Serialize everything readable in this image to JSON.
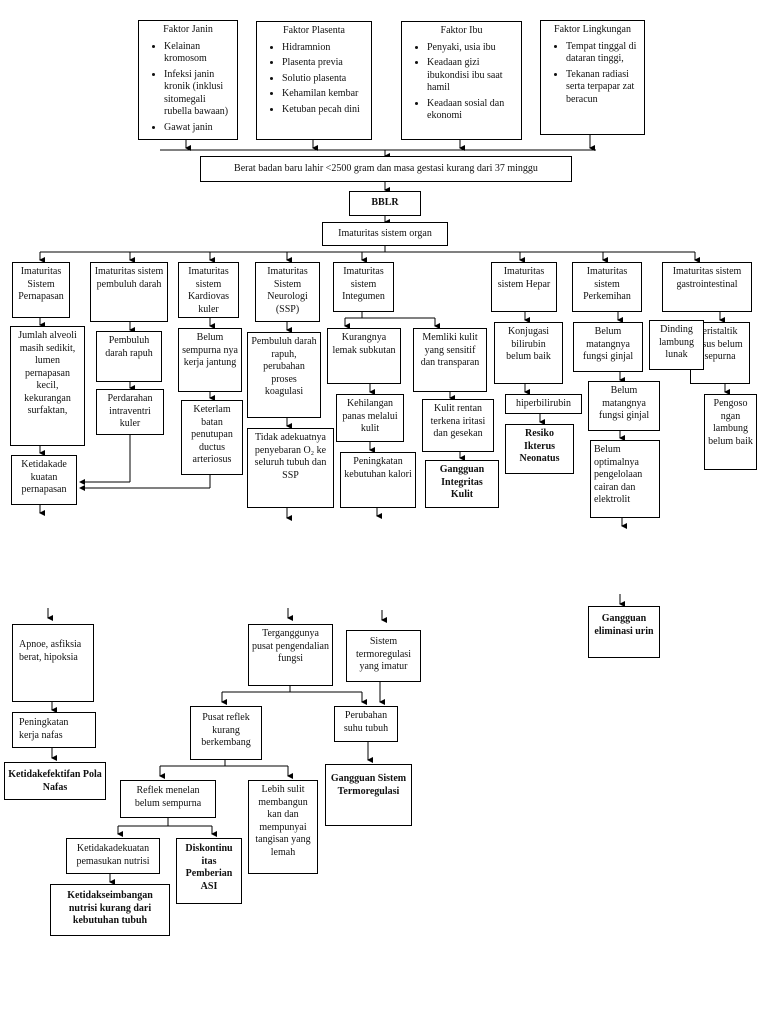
{
  "factors": [
    {
      "title": "Faktor Janin",
      "items": [
        "Kelainan kromosom",
        "Infeksi janin kronik (inklusi sitomegali rubella bawaan)",
        "Gawat janin"
      ]
    },
    {
      "title": "Faktor Plasenta",
      "items": [
        "Hidramnion",
        "Plasenta previa",
        "Solutio plasenta",
        "Kehamilan kembar",
        "Ketuban pecah dini"
      ]
    },
    {
      "title": "Faktor Ibu",
      "items": [
        "Penyaki, usia ibu",
        "Keadaan gizi ibukondisi ibu saat hamil",
        "Keadaan sosial dan ekonomi"
      ]
    },
    {
      "title": "Faktor Lingkungan",
      "items": [
        "Tempat tinggal di dataran tinggi,",
        "Tekanan radiasi serta terpapar zat beracun"
      ]
    }
  ],
  "main": {
    "berat": "Berat badan baru lahir <2500 gram dan masa gestasi kurang dari 37 minggu",
    "bblr": "BBLR",
    "imaturitas": "Imaturitas sistem organ"
  },
  "systems": {
    "pernapasan": "Imaturitas Sistem Pernapasan",
    "pembuluh": "Imaturitas sistem pembuluh darah",
    "kardiovaskuler": "Imaturitas sistem Kardiovas kuler",
    "neurologi": "Imaturitas Sistem Neurologi (SSP)",
    "integumen": "Imaturitas sistem Integumen",
    "hepar": "Imaturitas sistem Hepar",
    "perkemihan": "Imaturitas sistem Perkemihan",
    "gastro": "Imaturitas sistem gastrointestinal"
  },
  "nodes": {
    "jumlah_alveoli": "Jumlah alveoli masih sedikit, lumen pernapasan kecil, kekurangan surfaktan,",
    "ketidakadekuatan_pernapasan": "Ketidakade kuatan pernapasan",
    "pembuluh_rapuh": "Pembuluh darah rapuh",
    "perdarahan": "Perdarahan intraventri kuler",
    "belum_sempurna_jantung": "Belum sempurna nya kerja jantung",
    "keterlambatan": "Keterlam batan penutupan ductus arteriosus",
    "pembuluh_rapuh_ssp": "Pembuluh darah rapuh, perubahan proses koagulasi",
    "tidak_adekuat": "Tidak adekuatnya penyebaran O₂ ke seluruh tubuh dan SSP",
    "kurangnya_lemak": "Kurangnya lemak subkutan",
    "kehilangan_panas": "Kehilangan panas melalui kulit",
    "peningkatan_kalori": "Peningkatan kebutuhan kalori",
    "memiliki_kulit": "Memliki kulit yang sensitif dan transparan",
    "kulit_rentan": "Kulit rentan terkena iritasi dan gesekan",
    "gangguan_kulit": "Gangguan Integritas Kulit",
    "konjugasi": "Konjugasi bilirubin belum baik",
    "hiperbilirubin": "hiperbilirubin",
    "resiko_ikterus": "Resiko Ikterus Neonatus",
    "belum_matang_1": "Belum matangnya fungsi ginjal",
    "belum_matang_2": "Belum matangnya fungsi ginjal",
    "belum_optimal": "Belum optimalnya pengelolaan cairan dan elektrolit",
    "dinding_lambung": "Dinding lambung lunak",
    "peristaltik": "eristaltik usus belum sepurna",
    "pengosongan": "Pengoso ngan lambung belum baik"
  },
  "lower": {
    "apnoe": "Apnoe, asfiksia berat, hipoksia",
    "peningkatan_nafas": "Peningkatan kerja nafas",
    "pola_nafas": "Ketidakefektifan Pola Nafas",
    "terganggunya": "Terganggunya pusat pengendalian fungsi",
    "termoregulasi_imatur": "Sistem termoregulasi yang imatur",
    "pusat_reflek": "Pusat reflek kurang berkembang",
    "perubahan_suhu": "Perubahan suhu tubuh",
    "gangguan_termo": "Gangguan Sistem Termoregulasi",
    "reflek_menelan": "Reflek menelan belum sempurna",
    "lebih_sulit": "Lebih sulit membangun kan dan mempunyai tangisan yang lemah",
    "ketidakadekuatan_nutrisi": "Ketidakadekuatan pemasukan nutrisi",
    "diskontinuitas": "Diskontinu itas Pemberian ASI",
    "ketidakseimbangan": "Ketidakseimbangan nutrisi kurang dari kebutuhan tubuh",
    "gangguan_eliminasi": "Gangguan eliminasi urin"
  }
}
